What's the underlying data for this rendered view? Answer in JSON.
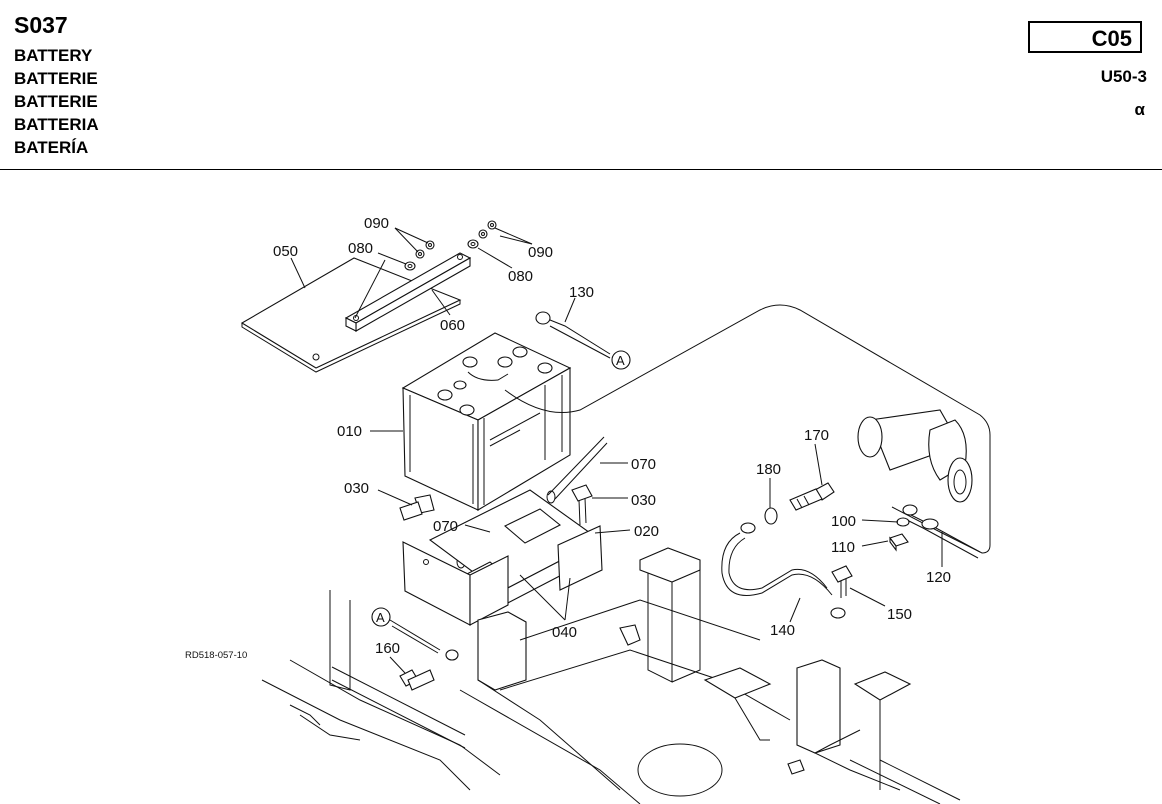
{
  "header": {
    "code": "S037",
    "titles": [
      "BATTERY",
      "BATTERIE",
      "BATTERIE",
      "BATTERIA",
      "BATERÍA"
    ],
    "section": "C05",
    "model": "U50-3",
    "symbol": "α"
  },
  "diagram": {
    "reference": "RD518-057-10",
    "callouts": [
      "010",
      "020",
      "030",
      "030",
      "040",
      "050",
      "060",
      "070",
      "070",
      "080",
      "080",
      "090",
      "090",
      "100",
      "110",
      "120",
      "130",
      "140",
      "150",
      "160",
      "170",
      "180"
    ],
    "connector_marks": [
      "A",
      "A"
    ]
  }
}
